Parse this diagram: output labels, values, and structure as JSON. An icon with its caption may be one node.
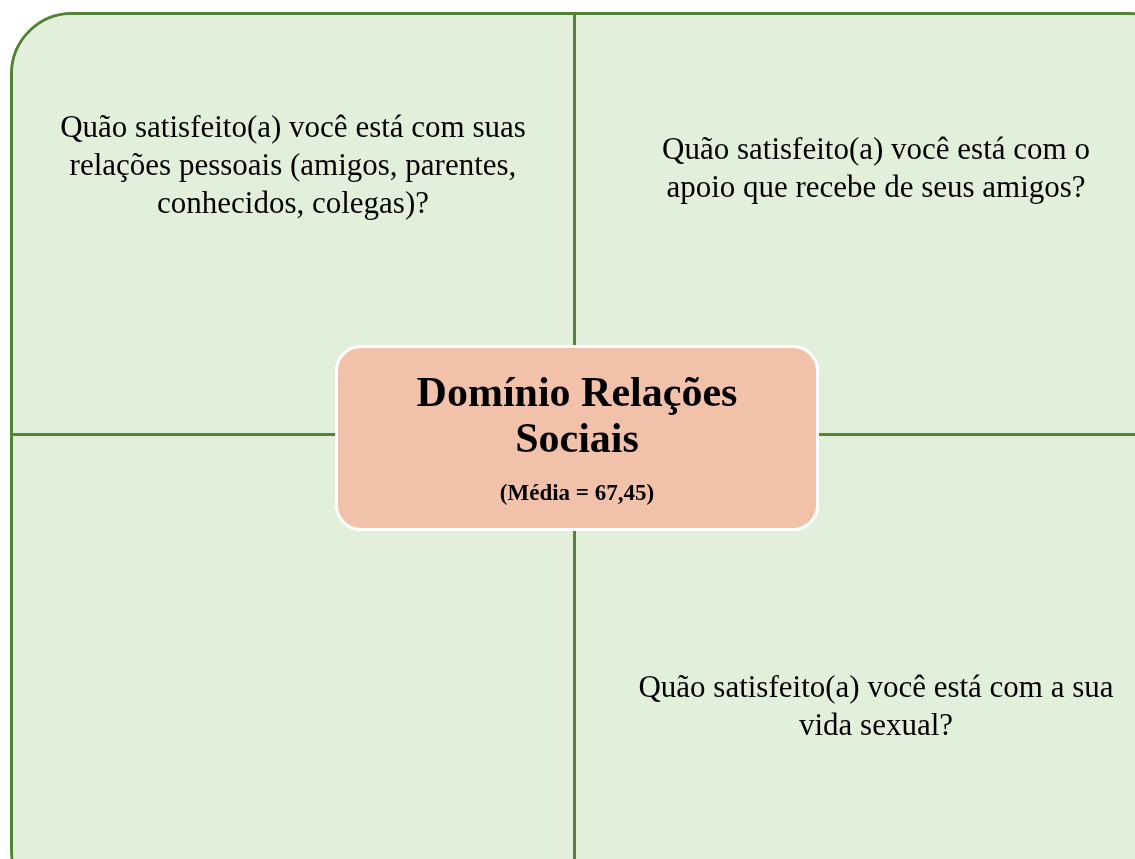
{
  "diagram": {
    "nodes": [
      {
        "text": [
          "Quão satisfeito(a) você está com suas relações pessoais (amigos, parentes, conhecidos, colegas)?"
        ]
      },
      {
        "text": [
          "Quão satisfeito(a) você está com o apoio que recebe de seus amigos?"
        ]
      },
      {
        "text": [
          "Domínio Relações Sociais",
          "(Média = 67,45)"
        ]
      },
      {
        "text": [],
        "shape": "box"
      },
      {
        "text": [
          "Quão satisfeito(a) você está com a sua vida sexual?"
        ]
      }
    ]
  }
}
